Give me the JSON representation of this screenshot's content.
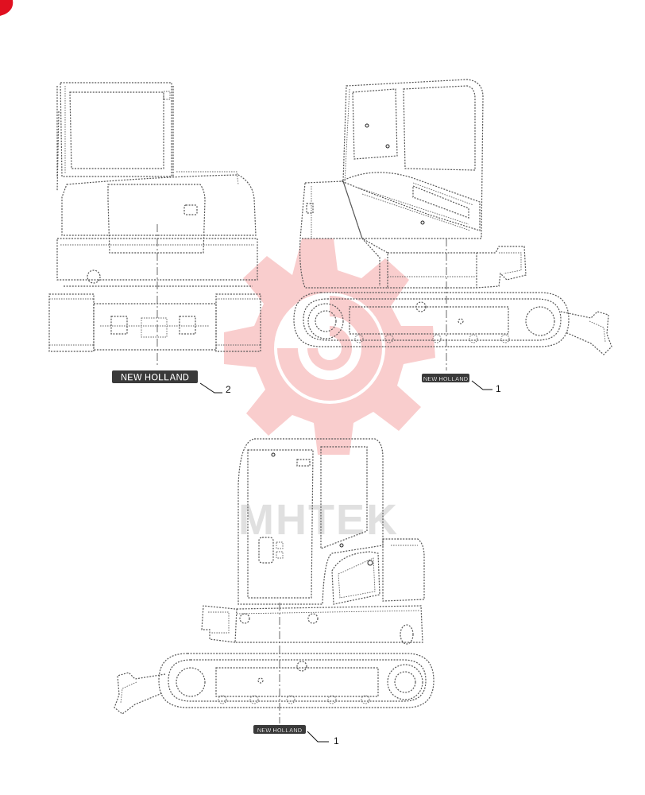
{
  "decals": [
    {
      "text": "NEW HOLLAND",
      "callout": "2"
    },
    {
      "text": "NEW HOLLAND",
      "callout": "1"
    },
    {
      "text": "NEW HOLLAND",
      "callout": "1"
    }
  ],
  "colors": {
    "watermark": "#e84a4a",
    "line": "#555555",
    "decal": "#3a3a3a",
    "corner_mark": "#e01020"
  },
  "icons": {
    "watermark": "gear-watermark-icon",
    "corner": "corner-mark-icon"
  }
}
